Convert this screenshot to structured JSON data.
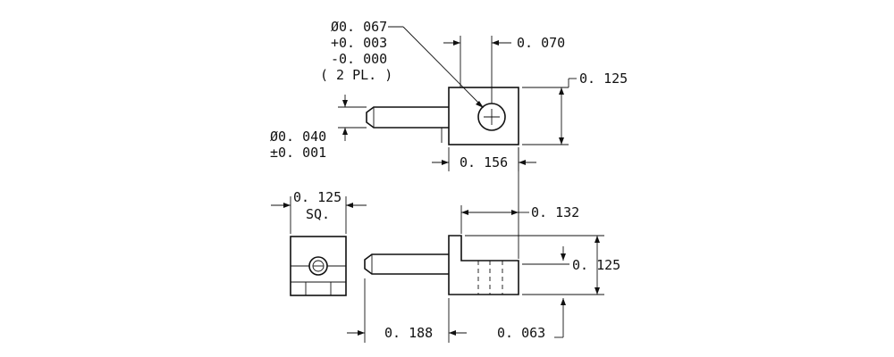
{
  "callouts": {
    "hole_dia": "Ø0. 067",
    "hole_tol_plus": "+0. 003",
    "hole_tol_minus": "-0. 000",
    "hole_count": "( 2 PL. )",
    "hole_offset": "0. 070",
    "block_height_top": "0. 125",
    "pin_dia": "Ø0. 040",
    "pin_tol": "±0. 001",
    "block_width": "0. 156",
    "square_size": "0. 125",
    "square_label": "SQ.",
    "slot_offset": "0. 132",
    "block_height_side": "0. 125",
    "pin_length": "0. 188",
    "base_thickness": "0. 063"
  }
}
